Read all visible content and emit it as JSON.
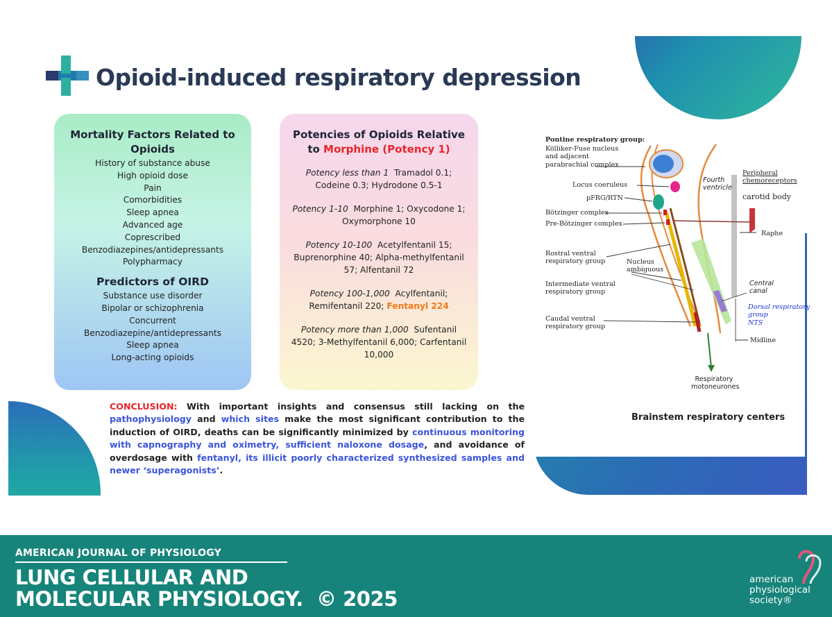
{
  "title": "Opioid-induced respiratory depression",
  "mortality": {
    "heading": "Mortality Factors Related to Opioids",
    "items": [
      "History of substance abuse",
      "High opioid dose",
      "Pain",
      "Comorbidities",
      "Sleep apnea",
      "Advanced age",
      "Coprescribed",
      "Benzodiazepines/antidepressants",
      "Polypharmacy"
    ]
  },
  "predictors": {
    "heading": "Predictors of OIRD",
    "items": [
      "Substance use disorder",
      "Bipolar or schizophrenia",
      "Concurrent",
      "Benzodiazepine/antidepressants",
      "Sleep apnea",
      "Long-acting opioids"
    ]
  },
  "potencies": {
    "heading_a": "Potencies of Opioids Relative to ",
    "heading_b": "Morphine (Potency 1)",
    "groups": [
      {
        "label": "Potency less than 1",
        "text": "Tramadol 0.1; Codeine 0.3; Hydrodone 0.5-1"
      },
      {
        "label": "Potency 1-10",
        "text": "Morphine 1; Oxycodone 1; Oxymorphone 10"
      },
      {
        "label": "Potency 10-100",
        "text": "Acetylfentanil 15; Buprenorphine 40; Alpha-methylfentanil 57; Alfentanil 72"
      },
      {
        "label": "Potency 100-1,000",
        "text": "Acylfentanil; Remifentanil 220;",
        "highlight": "Fentanyl 224"
      },
      {
        "label": "Potency more than 1,000",
        "text": "Sufentanil 4520; 3-Methylfentanil 6,000; Carfentanil 10,000"
      }
    ]
  },
  "conclusion": {
    "lead": "CONCLUSION:",
    "t1": " With important insights and consensus still lacking on the ",
    "b1": "pathophysiology",
    "t2": " and ",
    "b2": "which sites",
    "t3": " make the most significant contribution to the induction of OIRD, deaths can be significantly minimized by ",
    "b3": "continuous monitoring with capnography and oximetry, sufficient naloxone dosage",
    "t4": ", and avoidance of overdosage with ",
    "b4": "fentanyl, its illicit poorly characterized synthesized samples and newer ‘superagonists’",
    "t5": "."
  },
  "diagram": {
    "labels": {
      "pontine_title": "Pontine respiratory group:",
      "pontine_desc": "Kölliker-Fuse nucleus and adjacent parabrachial complex",
      "locus": "Locus coeruleus",
      "pfrg": "pFRG/RTN",
      "botz": "Bötzinger complex",
      "prebotz": "Pre-Bötzinger complex",
      "rostral": "Rostral ventral respiratory group",
      "nucleus": "Nucleus ambiguous",
      "intermediate": "Intermediate ventral respiratory group",
      "caudal": "Caudal ventral respiratory group",
      "fourth": "Fourth ventricle",
      "peripheral": "Peripheral chemoreceptors",
      "carotid": "carotid body",
      "raphe": "Raphe",
      "central": "Central canal",
      "dorsal": "Dorsal respiratory group",
      "nts": "NTS",
      "midline": "Midline",
      "motoneurones": "Respiratory motoneurones"
    },
    "caption": "Brainstem respiratory centers"
  },
  "footer": {
    "journal_top": "AMERICAN JOURNAL OF PHYSIOLOGY",
    "journal_line1": "LUNG CELLULAR AND",
    "journal_line2": "MOLECULAR PHYSIOLOGY.",
    "copyright": "© 2025",
    "society_line1": "american",
    "society_line2": "physiological",
    "society_line3": "society®"
  },
  "colors": {
    "title": "#2a3a55",
    "accent_red": "#e8242a",
    "accent_blue": "#3b55d8",
    "fentanyl_orange": "#f07a18",
    "footer": "#16847a"
  }
}
